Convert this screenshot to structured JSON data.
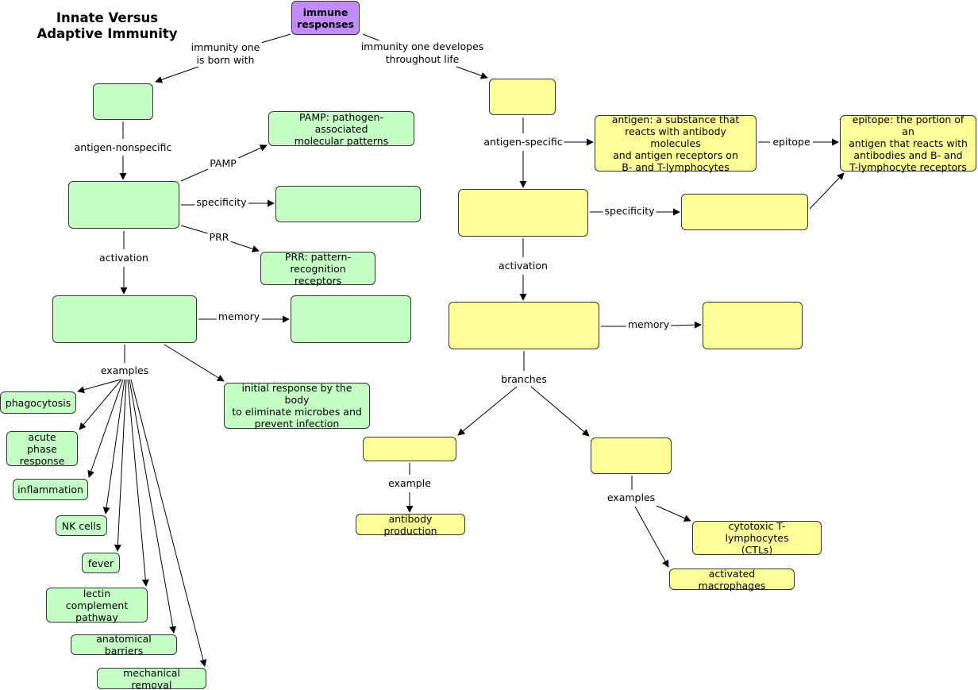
{
  "title": "Innate Versus\nAdaptive Immunity",
  "nodes": {
    "immune_responses": "immune\nresponses",
    "innate": "",
    "innate_nonspecific": "",
    "innate_specificity_box": "",
    "innate_activation": "",
    "innate_memory": "",
    "pamp": "PAMP: pathogen-associated\nmolecular patterns",
    "prr": "PRR: pattern-\nrecognition receptors",
    "initial_response": "initial response by the body\nto eliminate microbes and\nprevent infection",
    "phagocytosis": "phagocytosis",
    "acute_phase": "acute phase\nresponse",
    "inflammation": "inflammation",
    "nk_cells": "NK cells",
    "fever": "fever",
    "lectin": "lectin complement\npathway",
    "anatomical": "anatomical barriers",
    "mechanical": "mechanical removal",
    "adaptive": "",
    "adaptive_specific": "",
    "adaptive_specificity_box": "",
    "adaptive_activation": "",
    "adaptive_memory": "",
    "antigen": "antigen: a substance that\nreacts with antibody molecules\nand antigen receptors on\nB- and T-lymphocytes",
    "epitope": "epitope: the portion of an\nantigen that reacts with\nantibodies and B- and\nT-lymphocyte receptors",
    "humoral": "",
    "cell_mediated": "",
    "antibody_production": "antibody production",
    "ctls": "cytotoxic T-lymphocytes\n(CTLs)",
    "macrophages": "activated macrophages"
  },
  "labels": {
    "born_with": "immunity one\nis born with",
    "develops": "immunity one developes\nthroughout life",
    "antigen_nonspecific": "antigen-nonspecific",
    "pamp_link": "PAMP",
    "specificity_innate": "specificity",
    "prr_link": "PRR",
    "activation_innate": "activation",
    "memory_innate": "memory",
    "examples_innate": "examples",
    "antigen_specific": "antigen-specific",
    "epitope_link": "epitope",
    "specificity_adaptive": "specificity",
    "activation_adaptive": "activation",
    "memory_adaptive": "memory",
    "branches": "branches",
    "example_humoral": "example",
    "examples_cell": "examples"
  },
  "colors": {
    "innate_fill": "#c6ffc6",
    "adaptive_fill": "#ffff99",
    "root_fill": "#c28cff",
    "line": "#000000"
  }
}
